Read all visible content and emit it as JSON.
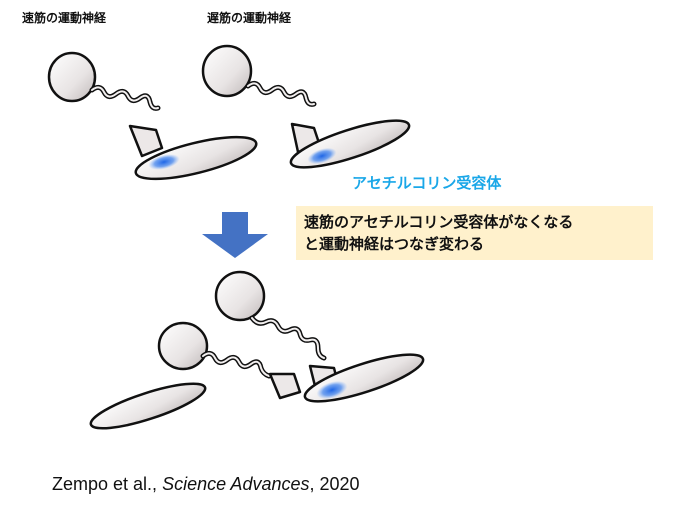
{
  "labels": {
    "fast_motor_nerve": "速筋の運動神経",
    "slow_motor_nerve": "遅筋の運動神経",
    "receptor": "アセチルコリン受容体"
  },
  "callout": {
    "line1": "速筋のアセチルコリン受容体がなくなる",
    "line2": "と運動神経はつなぎ変わる"
  },
  "citation": {
    "authors": "Zempo et al., ",
    "journal": "Science Advances",
    "year": ", 2020"
  },
  "colors": {
    "receptor_blue": "#1f66e6",
    "label_blue": "#1aa7e8",
    "arrow_blue": "#4472c4",
    "callout_bg": "#fff1cc",
    "neuron_fill": "#e4e0e0"
  }
}
